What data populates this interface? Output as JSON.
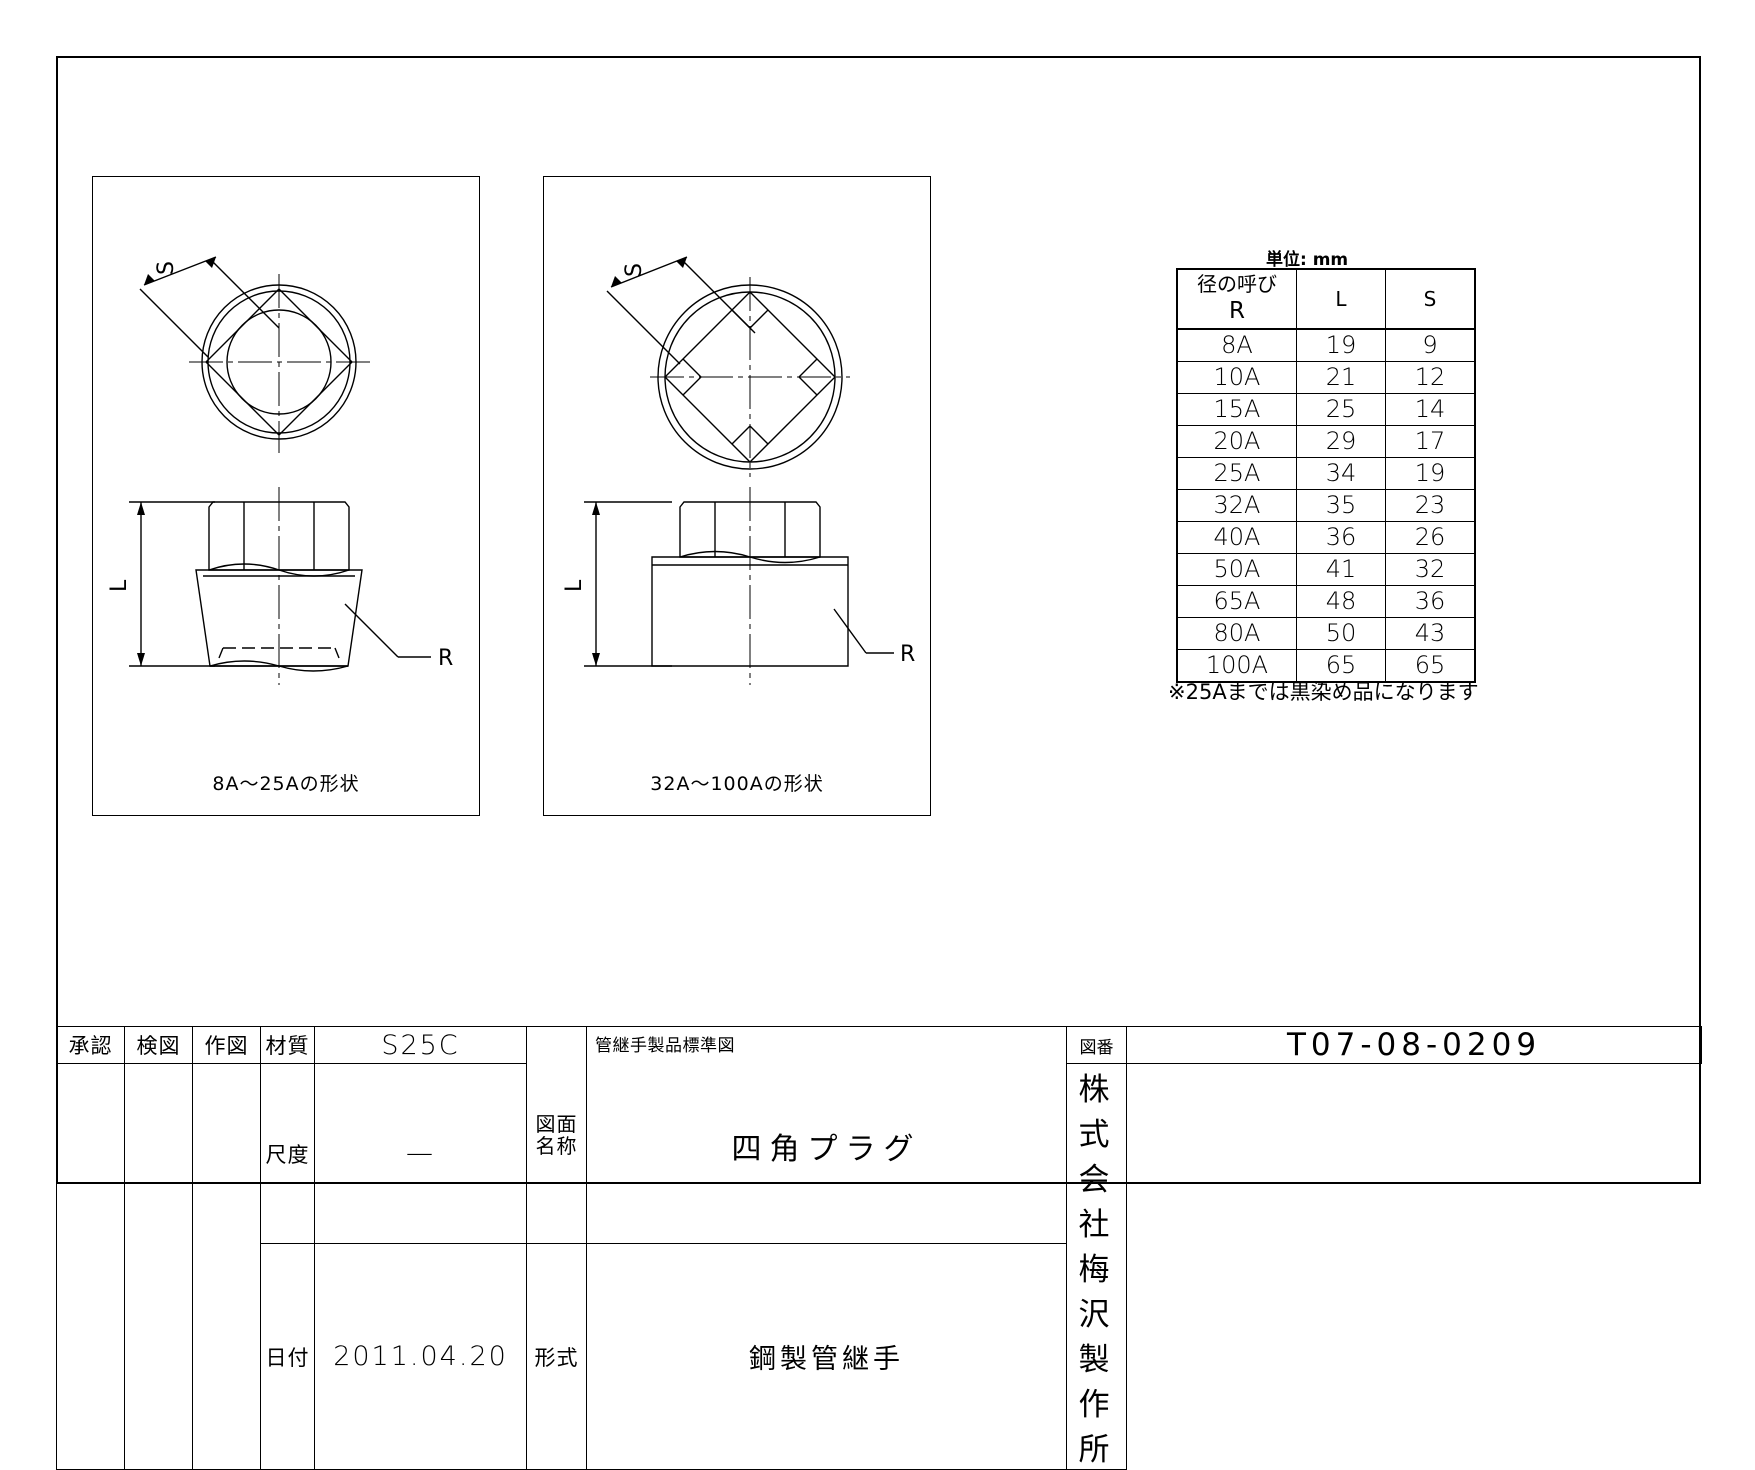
{
  "drawing": {
    "units_label": "単位: mm",
    "views": [
      {
        "id": "left",
        "caption": "8A〜25Aの形状",
        "dim_s": "S",
        "dim_l": "L",
        "leader": "R"
      },
      {
        "id": "right",
        "caption": "32A〜100Aの形状",
        "dim_s": "S",
        "dim_l": "L",
        "leader": "R"
      }
    ]
  },
  "dimension_table": {
    "headers": [
      "径の呼び",
      "R",
      "L",
      "S"
    ],
    "header_r_line1": "径の呼び",
    "header_r_line2": "R",
    "header_l": "L",
    "header_s": "S",
    "rows": [
      {
        "r": "8A",
        "l": "19",
        "s": "9"
      },
      {
        "r": "10A",
        "l": "21",
        "s": "12"
      },
      {
        "r": "15A",
        "l": "25",
        "s": "14"
      },
      {
        "r": "20A",
        "l": "29",
        "s": "17"
      },
      {
        "r": "25A",
        "l": "34",
        "s": "19"
      },
      {
        "r": "32A",
        "l": "35",
        "s": "23"
      },
      {
        "r": "40A",
        "l": "36",
        "s": "26"
      },
      {
        "r": "50A",
        "l": "41",
        "s": "32"
      },
      {
        "r": "65A",
        "l": "48",
        "s": "36"
      },
      {
        "r": "80A",
        "l": "50",
        "s": "43"
      },
      {
        "r": "100A",
        "l": "65",
        "s": "65"
      }
    ],
    "note": "※25Aまでは黒染め品になります"
  },
  "title_block": {
    "approval_label": "承認",
    "approval_value": "",
    "check_label": "検図",
    "check_value": "",
    "draw_label": "作図",
    "draw_value": "",
    "material_label": "材質",
    "material_value": "S25C",
    "scale_label": "尺度",
    "scale_value": "—",
    "date_label": "日付",
    "date_value": "2011.04.20",
    "drawing_name_label_l1": "図面",
    "drawing_name_label_l2": "名称",
    "drawing_name_small": "管継手製品標準図",
    "drawing_name_main": "四角プラグ",
    "type_label": "形式",
    "type_value": "鋼製管継手",
    "drawing_no_label": "図番",
    "drawing_no_value": "T07-08-0209",
    "company": "株式会社 梅沢 製作所"
  }
}
